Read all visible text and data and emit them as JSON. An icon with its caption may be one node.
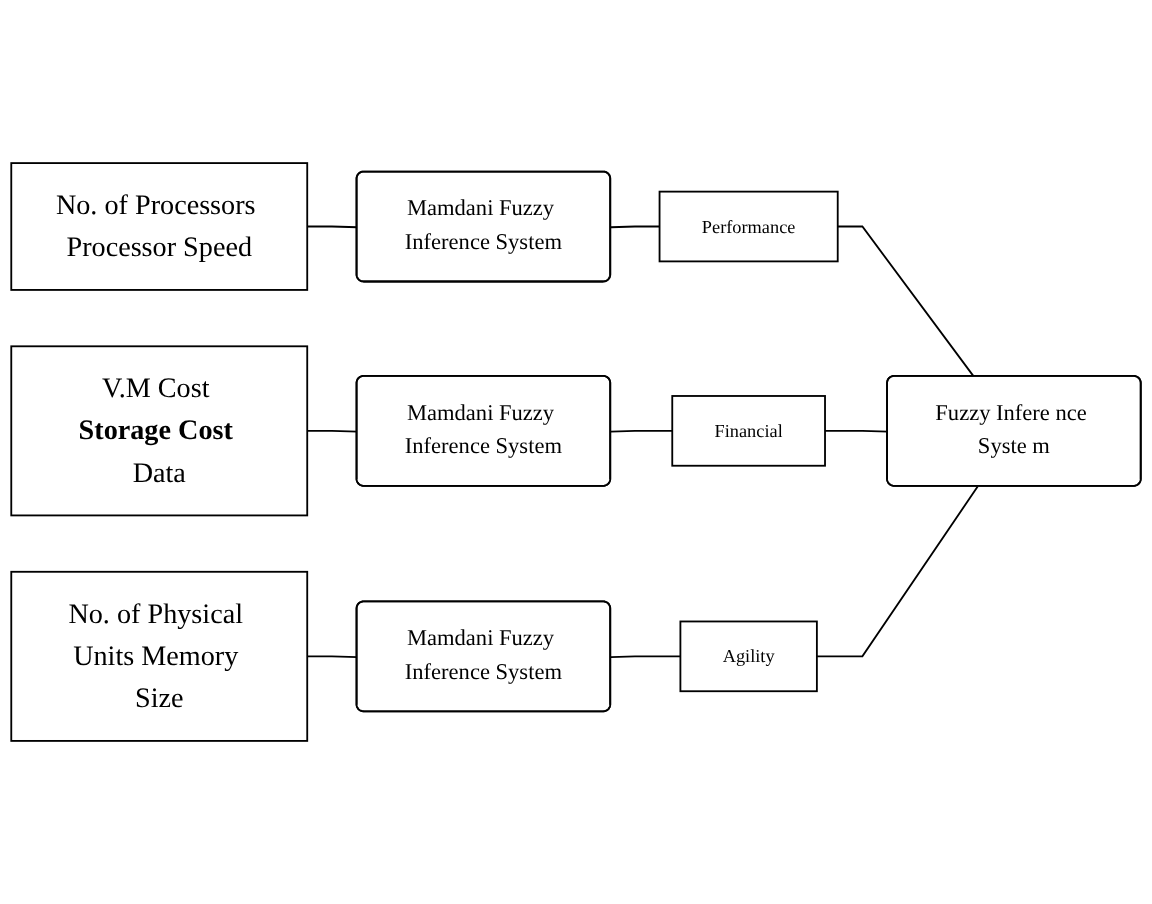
{
  "diagram": {
    "nodes": [
      {
        "text": [
          "No. of Processors Processor Speed"
        ]
      },
      {
        "text": [
          "Mamdani Fuzzy Inference System"
        ]
      },
      {
        "text": [
          "Performance"
        ]
      },
      {
        "text": [
          "V.M Cost **Storage Cost** Data"
        ]
      },
      {
        "text": [
          "Mamdani Fuzzy Inference System"
        ]
      },
      {
        "text": [
          "Financial"
        ]
      },
      {
        "text": [
          "No. of Physical Units Memory Size"
        ]
      },
      {
        "text": [
          "Mamdani Fuzzy Inference System"
        ]
      },
      {
        "text": [
          "Agility"
        ]
      },
      {
        "text": [
          "Fuzzy Infere nce Syste m"
        ]
      }
    ],
    "edges": [
      {
        "from": 0,
        "to": 1,
        "arrow": "none"
      },
      {
        "from": 1,
        "to": 2,
        "arrow": "none"
      },
      {
        "from": 2,
        "to": 9,
        "arrow": "none"
      },
      {
        "from": 3,
        "to": 4,
        "arrow": "none"
      },
      {
        "from": 4,
        "to": 5,
        "arrow": "none"
      },
      {
        "from": 5,
        "to": 9,
        "arrow": "none"
      },
      {
        "from": 6,
        "to": 7,
        "arrow": "none"
      },
      {
        "from": 7,
        "to": 8,
        "arrow": "none"
      },
      {
        "from": 8,
        "to": 9,
        "arrow": "none"
      }
    ]
  }
}
